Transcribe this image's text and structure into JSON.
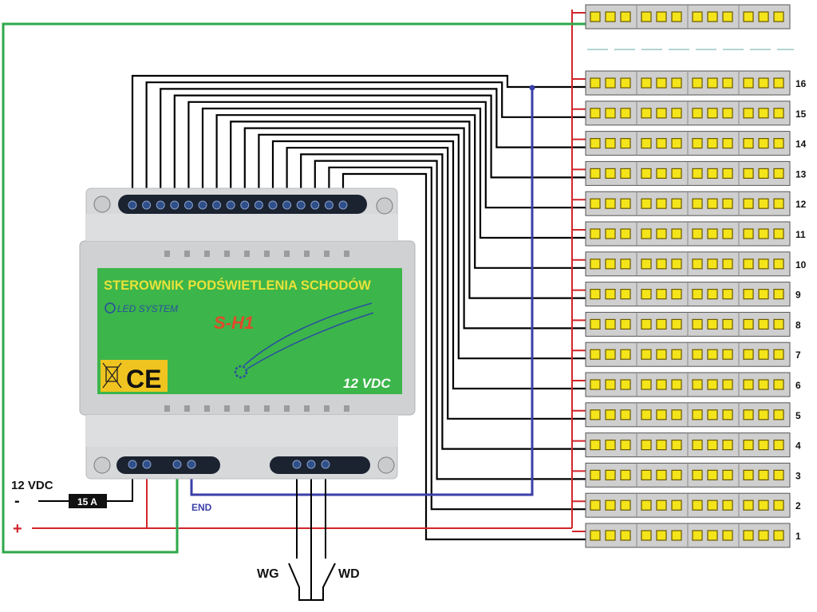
{
  "module": {
    "title": "STEROWNIK PODŚWIETLENIA SCHODÓW",
    "brand": "LED SYSTEM",
    "model": "S-H1",
    "voltage": "12 VDC",
    "ce_mark": "CE",
    "colors": {
      "housing": "#d6d8da",
      "label": "#3cb54a",
      "title_text": "#e8e23a",
      "model_text": "#e04a2a",
      "brand_text": "#2a4fa0",
      "terminal_strip": "#1b2230",
      "terminal": "#2e4f8a"
    }
  },
  "power": {
    "supply_label": "12 VDC",
    "minus_symbol": "-",
    "plus_symbol": "+",
    "fuse_label": "15 A"
  },
  "end_label": "END",
  "sensors": {
    "top": "WG",
    "bottom": "WD"
  },
  "strips": {
    "numbers": [
      "16",
      "15",
      "14",
      "13",
      "12",
      "11",
      "10",
      "9",
      "8",
      "7",
      "6",
      "5",
      "4",
      "3",
      "2",
      "1"
    ],
    "segments_per_strip": 4,
    "leds_per_segment": 3,
    "extra_top_strip": true
  },
  "wire_colors": {
    "signal": "#000000",
    "positive": "#d0262c",
    "ground_green": "#2ea84a",
    "end_blue": "#3a3fa8",
    "led": "#f4e41a",
    "strip_body": "#cfcfcf"
  }
}
